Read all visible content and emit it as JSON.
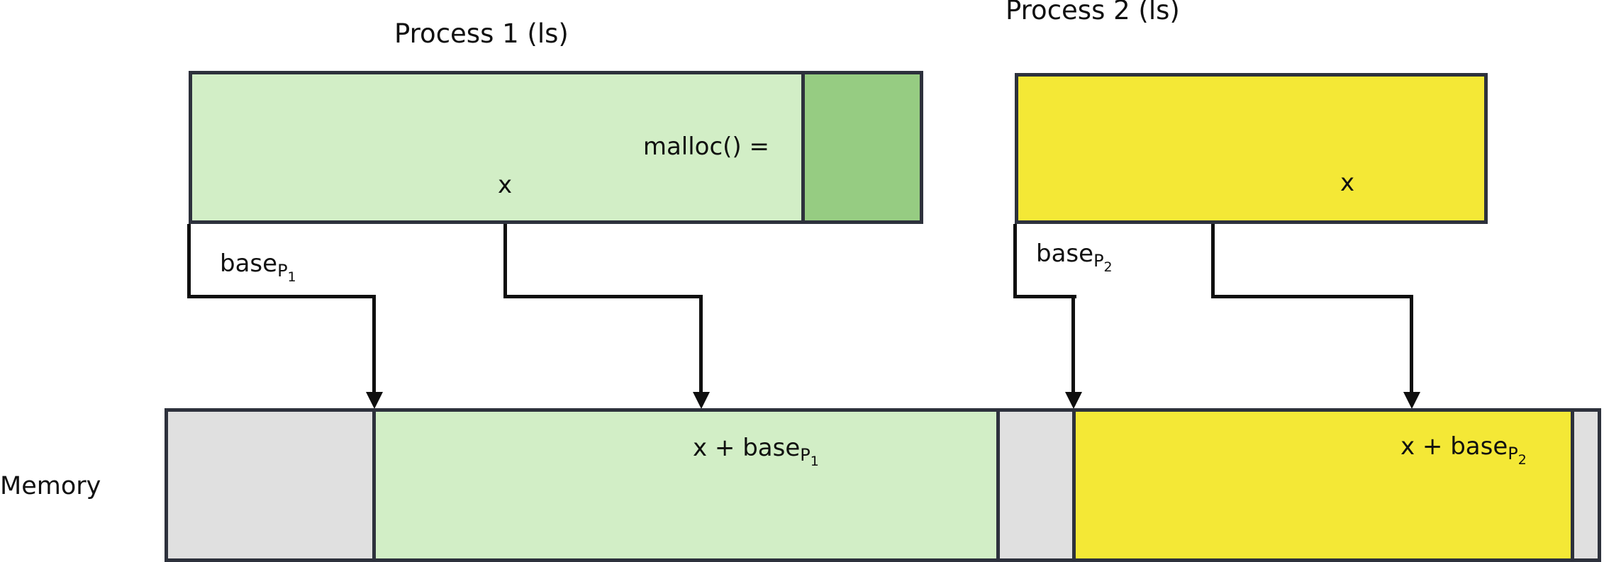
{
  "process1": {
    "title": "Process 1 (ls)",
    "malloc_label": "malloc() =",
    "x_label": "x"
  },
  "process2": {
    "title": "Process 2 (ls)",
    "x_label": "x"
  },
  "base_p1": {
    "main": "base",
    "sub": "P",
    "subsub": "1"
  },
  "base_p2": {
    "main": "base",
    "sub": "P",
    "subsub": "2"
  },
  "memory": {
    "label": "Memory",
    "green_segment_label": {
      "main": "x + base",
      "sub": "P",
      "subsub": "1"
    },
    "yellow_segment_label": {
      "main": "x + base",
      "sub": "P",
      "subsub": "2"
    }
  },
  "colors": {
    "process1_fill": "#d2eec6",
    "process1_allocated_fill": "#96cc82",
    "process2_fill": "#f4e836",
    "memory_free_fill": "#e0e0e0",
    "box_border": "#2d313c",
    "line": "#0f0f0f"
  }
}
